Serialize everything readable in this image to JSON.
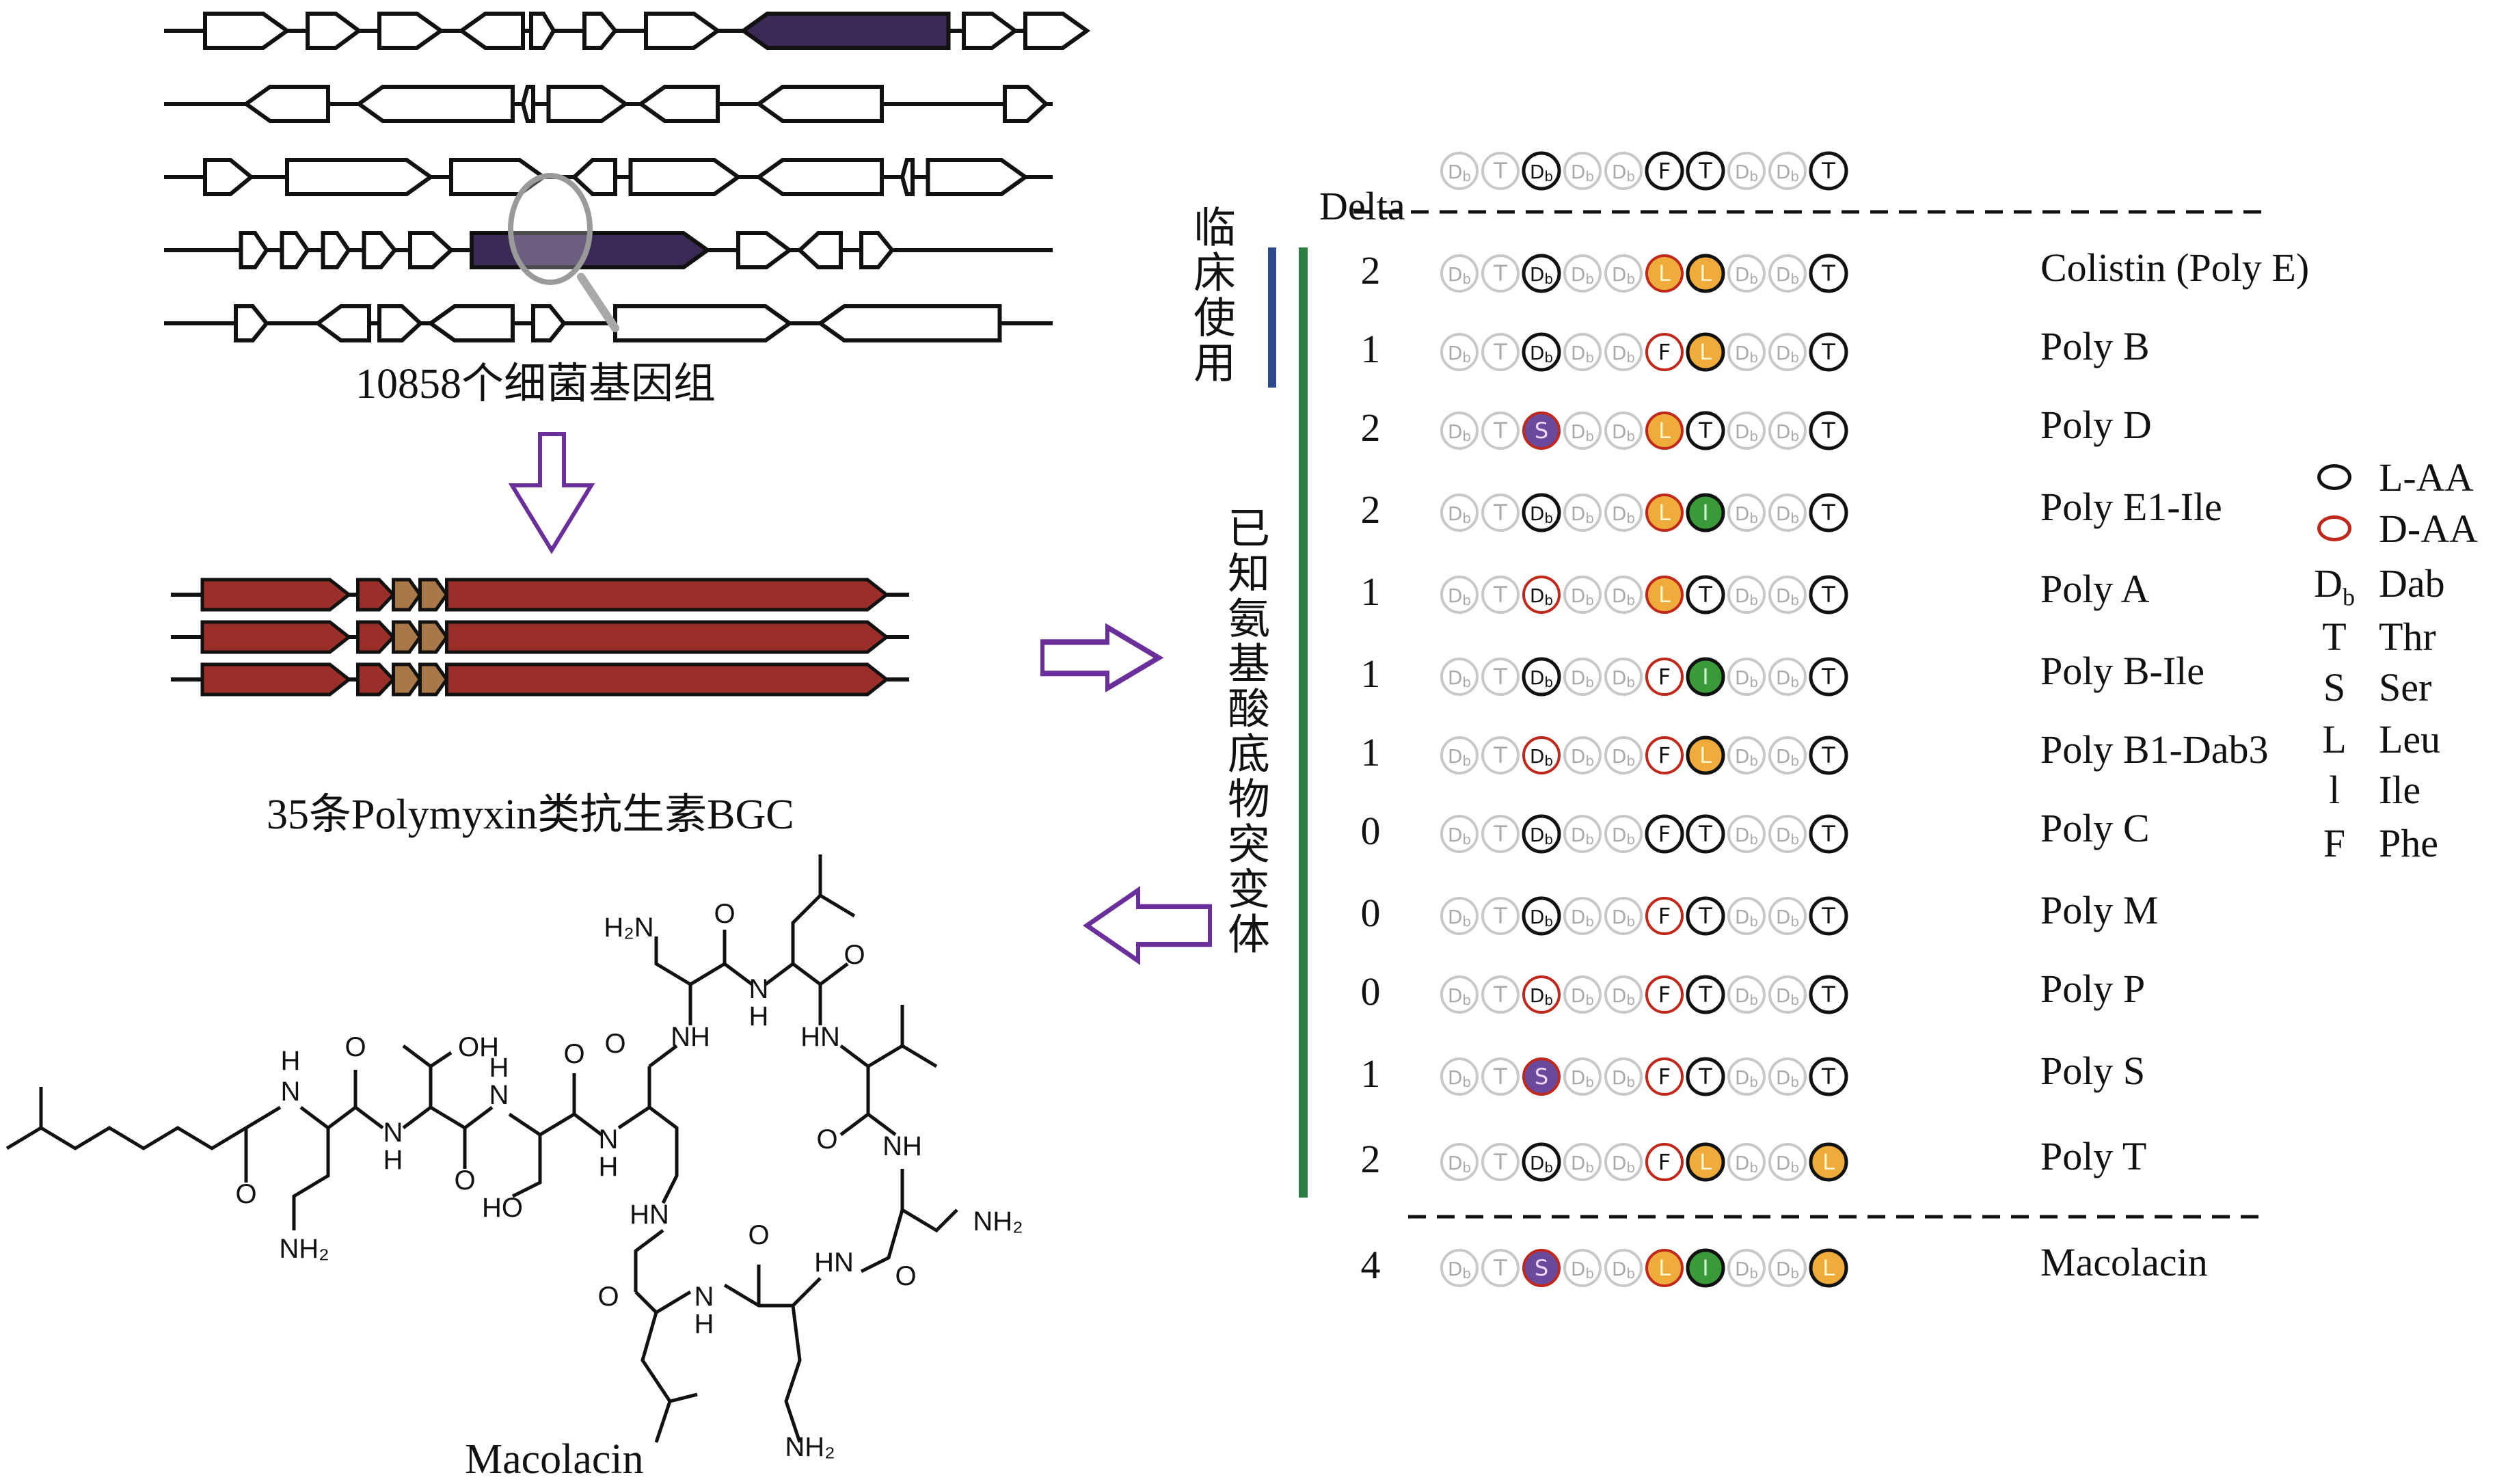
{
  "panels": {
    "genomes": {
      "caption": "10858个细菌基因组"
    },
    "bgc": {
      "caption": "35条Polymyxin类抗生素BGC"
    },
    "structure": {
      "caption": "Macolacin"
    }
  },
  "table": {
    "delta_header": "Delta",
    "group_labels": {
      "clinical": "临床使用",
      "known_variants": "已知氨基酸底物突变体"
    },
    "group_colors": {
      "clinical": "#2e4a8c",
      "known_variants": "#2e7d45"
    },
    "reference": [
      "Db-g",
      "T-g",
      "Db-L",
      "Db-g",
      "Db-g",
      "F-L",
      "T-L",
      "Db-g",
      "Db-g",
      "T-L"
    ],
    "rows": [
      {
        "name": "Colistin (Poly E)",
        "delta": "2",
        "seq": [
          "Db-g",
          "T-g",
          "Db-L",
          "Db-g",
          "Db-g",
          "L-Do",
          "L-Lo",
          "Db-g",
          "Db-g",
          "T-L"
        ]
      },
      {
        "name": "Poly B",
        "delta": "1",
        "seq": [
          "Db-g",
          "T-g",
          "Db-L",
          "Db-g",
          "Db-g",
          "F-D",
          "L-Lo",
          "Db-g",
          "Db-g",
          "T-L"
        ]
      },
      {
        "name": "Poly D",
        "delta": "2",
        "seq": [
          "Db-g",
          "T-g",
          "S-Dp",
          "Db-g",
          "Db-g",
          "L-Do",
          "T-L",
          "Db-g",
          "Db-g",
          "T-L"
        ]
      },
      {
        "name": "Poly E1-Ile",
        "delta": "2",
        "seq": [
          "Db-g",
          "T-g",
          "Db-L",
          "Db-g",
          "Db-g",
          "L-Do",
          "I-Lg",
          "Db-g",
          "Db-g",
          "T-L"
        ]
      },
      {
        "name": "Poly A",
        "delta": "1",
        "seq": [
          "Db-g",
          "T-g",
          "Db-D",
          "Db-g",
          "Db-g",
          "L-Do",
          "T-L",
          "Db-g",
          "Db-g",
          "T-L"
        ]
      },
      {
        "name": "Poly B-Ile",
        "delta": "1",
        "seq": [
          "Db-g",
          "T-g",
          "Db-L",
          "Db-g",
          "Db-g",
          "F-D",
          "I-Lg",
          "Db-g",
          "Db-g",
          "T-L"
        ]
      },
      {
        "name": "Poly B1-Dab3",
        "delta": "1",
        "seq": [
          "Db-g",
          "T-g",
          "Db-D",
          "Db-g",
          "Db-g",
          "F-D",
          "L-Lo",
          "Db-g",
          "Db-g",
          "T-L"
        ]
      },
      {
        "name": "Poly C",
        "delta": "0",
        "seq": [
          "Db-g",
          "T-g",
          "Db-L",
          "Db-g",
          "Db-g",
          "F-L",
          "T-L",
          "Db-g",
          "Db-g",
          "T-L"
        ]
      },
      {
        "name": "Poly M",
        "delta": "0",
        "seq": [
          "Db-g",
          "T-g",
          "Db-L",
          "Db-g",
          "Db-g",
          "F-D",
          "T-L",
          "Db-g",
          "Db-g",
          "T-L"
        ]
      },
      {
        "name": "Poly P",
        "delta": "0",
        "seq": [
          "Db-g",
          "T-g",
          "Db-D",
          "Db-g",
          "Db-g",
          "F-D",
          "T-L",
          "Db-g",
          "Db-g",
          "T-L"
        ]
      },
      {
        "name": "Poly S",
        "delta": "1",
        "seq": [
          "Db-g",
          "T-g",
          "S-Dp",
          "Db-g",
          "Db-g",
          "F-D",
          "T-L",
          "Db-g",
          "Db-g",
          "T-L"
        ]
      },
      {
        "name": "Poly T",
        "delta": "2",
        "seq": [
          "Db-g",
          "T-g",
          "Db-L",
          "Db-g",
          "Db-g",
          "F-D",
          "L-Lo",
          "Db-g",
          "Db-g",
          "L-Lo"
        ]
      }
    ],
    "novel": {
      "name": "Macolacin",
      "delta": "4",
      "seq": [
        "Db-g",
        "T-g",
        "S-Dp",
        "Db-g",
        "Db-g",
        "L-Do",
        "I-Lg",
        "Db-g",
        "Db-g",
        "L-Lo"
      ]
    }
  },
  "legend": {
    "items": [
      {
        "symbol": "circle-L",
        "label": "L-AA"
      },
      {
        "symbol": "circle-D",
        "label": "D-AA"
      },
      {
        "symbol": "Db",
        "label": "Dab"
      },
      {
        "symbol": "T",
        "label": "Thr"
      },
      {
        "symbol": "S",
        "label": "Ser"
      },
      {
        "symbol": "L",
        "label": "Leu"
      },
      {
        "symbol": "l",
        "label": "Ile"
      },
      {
        "symbol": "F",
        "label": "Phe"
      }
    ]
  },
  "colors": {
    "l_aa_stroke": "#111111",
    "d_aa_stroke": "#c0281c",
    "ghost_stroke": "#c8c8c8",
    "leu_fill": "#f0ac3a",
    "ile_fill": "#3a9a3a",
    "ser_fill": "#6a4a9c",
    "highlight_gene": "#3b2a55",
    "bgc_red": "#9a2e28",
    "bgc_tan": "#a87848",
    "arrow_purple": "#6a2f9a"
  }
}
